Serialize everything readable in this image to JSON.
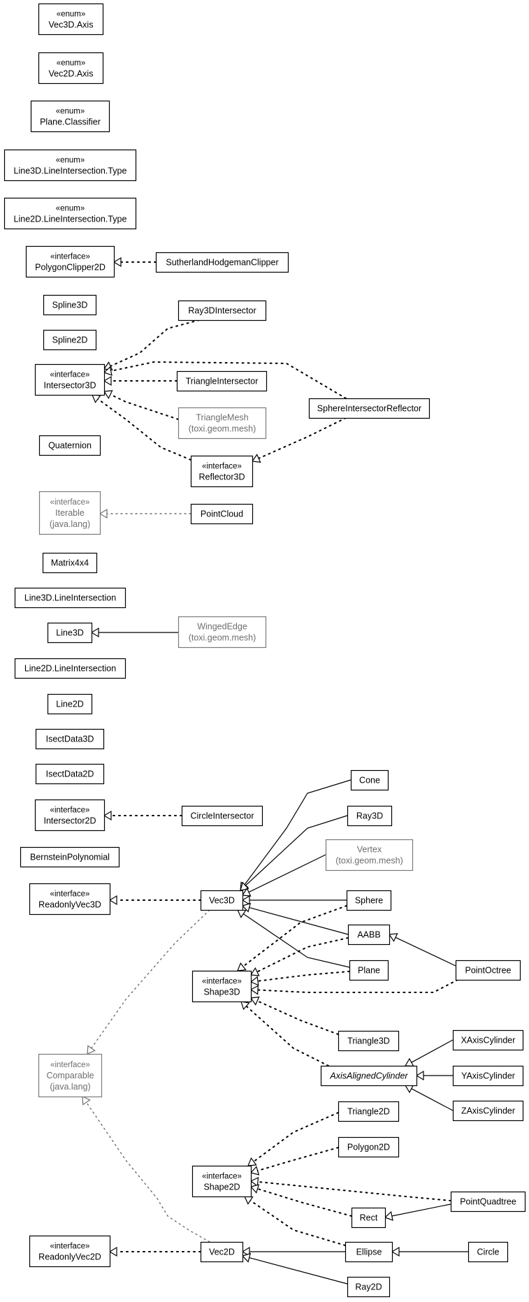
{
  "classes": {
    "vec3d_axis": {
      "stereotype": "«enum»",
      "name": "Vec3D.Axis"
    },
    "vec2d_axis": {
      "stereotype": "«enum»",
      "name": "Vec2D.Axis"
    },
    "plane_classifier": {
      "stereotype": "«enum»",
      "name": "Plane.Classifier"
    },
    "line3d_li_type": {
      "stereotype": "«enum»",
      "name": "Line3D.LineIntersection.Type"
    },
    "line2d_li_type": {
      "stereotype": "«enum»",
      "name": "Line2D.LineIntersection.Type"
    },
    "polygonclipper2d": {
      "stereotype": "«interface»",
      "name": "PolygonClipper2D"
    },
    "sutherlandhodgemanclipper": {
      "name": "SutherlandHodgemanClipper"
    },
    "spline3d": {
      "name": "Spline3D"
    },
    "ray3dintersector": {
      "name": "Ray3DIntersector"
    },
    "spline2d": {
      "name": "Spline2D"
    },
    "intersector3d": {
      "stereotype": "«interface»",
      "name": "Intersector3D"
    },
    "triangleintersector": {
      "name": "TriangleIntersector"
    },
    "sphereintersectorreflector": {
      "name": "SphereIntersectorReflector"
    },
    "trianglemesh": {
      "name": "TriangleMesh",
      "package": "(toxi.geom.mesh)"
    },
    "quaternion": {
      "name": "Quaternion"
    },
    "reflector3d": {
      "stereotype": "«interface»",
      "name": "Reflector3D"
    },
    "iterable": {
      "stereotype": "«interface»",
      "name": "Iterable",
      "package": "(java.lang)"
    },
    "pointcloud": {
      "name": "PointCloud"
    },
    "matrix4x4": {
      "name": "Matrix4x4"
    },
    "line3d_li": {
      "name": "Line3D.LineIntersection"
    },
    "line3d": {
      "name": "Line3D"
    },
    "wingededge": {
      "name": "WingedEdge",
      "package": "(toxi.geom.mesh)"
    },
    "line2d_li": {
      "name": "Line2D.LineIntersection"
    },
    "line2d": {
      "name": "Line2D"
    },
    "isectdata3d": {
      "name": "IsectData3D"
    },
    "isectdata2d": {
      "name": "IsectData2D"
    },
    "intersector2d": {
      "stereotype": "«interface»",
      "name": "Intersector2D"
    },
    "circleintersector": {
      "name": "CircleIntersector"
    },
    "cone": {
      "name": "Cone"
    },
    "bernsteinpolynomial": {
      "name": "BernsteinPolynomial"
    },
    "ray3d": {
      "name": "Ray3D"
    },
    "vertex": {
      "name": "Vertex",
      "package": "(toxi.geom.mesh)"
    },
    "readonlyvec3d": {
      "stereotype": "«interface»",
      "name": "ReadonlyVec3D"
    },
    "vec3d": {
      "name": "Vec3D"
    },
    "sphere": {
      "name": "Sphere"
    },
    "aabb": {
      "name": "AABB"
    },
    "shape3d": {
      "stereotype": "«interface»",
      "name": "Shape3D"
    },
    "plane": {
      "name": "Plane"
    },
    "pointoctree": {
      "name": "PointOctree"
    },
    "triangle3d": {
      "name": "Triangle3D"
    },
    "xaxiscylinder": {
      "name": "XAxisCylinder"
    },
    "comparable": {
      "stereotype": "«interface»",
      "name": "Comparable",
      "package": "(java.lang)"
    },
    "axisalignedcylinder": {
      "name": "AxisAlignedCylinder"
    },
    "yaxiscylinder": {
      "name": "YAxisCylinder"
    },
    "zaxiscylinder": {
      "name": "ZAxisCylinder"
    },
    "triangle2d": {
      "name": "Triangle2D"
    },
    "polygon2d": {
      "name": "Polygon2D"
    },
    "shape2d": {
      "stereotype": "«interface»",
      "name": "Shape2D"
    },
    "pointquadtree": {
      "name": "PointQuadtree"
    },
    "rect": {
      "name": "Rect"
    },
    "readonlyvec2d": {
      "stereotype": "«interface»",
      "name": "ReadonlyVec2D"
    },
    "vec2d": {
      "name": "Vec2D"
    },
    "ellipse": {
      "name": "Ellipse"
    },
    "circle": {
      "name": "Circle"
    },
    "ray2d": {
      "name": "Ray2D"
    }
  },
  "relations": [
    {
      "from": "sutherlandhodgemanclipper",
      "to": "polygonclipper2d",
      "kind": "realization"
    },
    {
      "from": "ray3dintersector",
      "to": "intersector3d",
      "kind": "realization"
    },
    {
      "from": "triangleintersector",
      "to": "intersector3d",
      "kind": "realization"
    },
    {
      "from": "sphereintersectorreflector",
      "to": "intersector3d",
      "kind": "realization"
    },
    {
      "from": "trianglemesh",
      "to": "intersector3d",
      "kind": "realization"
    },
    {
      "from": "reflector3d",
      "to": "intersector3d",
      "kind": "realization"
    },
    {
      "from": "sphereintersectorreflector",
      "to": "reflector3d",
      "kind": "realization"
    },
    {
      "from": "pointcloud",
      "to": "iterable",
      "kind": "realization"
    },
    {
      "from": "wingededge",
      "to": "line3d",
      "kind": "generalization"
    },
    {
      "from": "circleintersector",
      "to": "intersector2d",
      "kind": "realization"
    },
    {
      "from": "vec3d",
      "to": "readonlyvec3d",
      "kind": "realization"
    },
    {
      "from": "cone",
      "to": "vec3d",
      "kind": "generalization"
    },
    {
      "from": "ray3d",
      "to": "vec3d",
      "kind": "generalization"
    },
    {
      "from": "vertex",
      "to": "vec3d",
      "kind": "generalization"
    },
    {
      "from": "sphere",
      "to": "vec3d",
      "kind": "generalization"
    },
    {
      "from": "aabb",
      "to": "vec3d",
      "kind": "generalization"
    },
    {
      "from": "plane",
      "to": "vec3d",
      "kind": "generalization"
    },
    {
      "from": "vec3d",
      "to": "comparable",
      "kind": "realization"
    },
    {
      "from": "sphere",
      "to": "shape3d",
      "kind": "realization"
    },
    {
      "from": "aabb",
      "to": "shape3d",
      "kind": "realization"
    },
    {
      "from": "plane",
      "to": "shape3d",
      "kind": "realization"
    },
    {
      "from": "pointoctree",
      "to": "shape3d",
      "kind": "realization"
    },
    {
      "from": "triangle3d",
      "to": "shape3d",
      "kind": "realization"
    },
    {
      "from": "axisalignedcylinder",
      "to": "shape3d",
      "kind": "realization"
    },
    {
      "from": "pointoctree",
      "to": "aabb",
      "kind": "generalization"
    },
    {
      "from": "xaxiscylinder",
      "to": "axisalignedcylinder",
      "kind": "generalization"
    },
    {
      "from": "yaxiscylinder",
      "to": "axisalignedcylinder",
      "kind": "generalization"
    },
    {
      "from": "zaxiscylinder",
      "to": "axisalignedcylinder",
      "kind": "generalization"
    },
    {
      "from": "triangle2d",
      "to": "shape2d",
      "kind": "realization"
    },
    {
      "from": "polygon2d",
      "to": "shape2d",
      "kind": "realization"
    },
    {
      "from": "pointquadtree",
      "to": "shape2d",
      "kind": "realization"
    },
    {
      "from": "rect",
      "to": "shape2d",
      "kind": "realization"
    },
    {
      "from": "ellipse",
      "to": "shape2d",
      "kind": "realization"
    },
    {
      "from": "pointquadtree",
      "to": "rect",
      "kind": "generalization"
    },
    {
      "from": "vec2d",
      "to": "readonlyvec2d",
      "kind": "realization"
    },
    {
      "from": "vec2d",
      "to": "comparable",
      "kind": "realization"
    },
    {
      "from": "ellipse",
      "to": "vec2d",
      "kind": "generalization"
    },
    {
      "from": "ray2d",
      "to": "vec2d",
      "kind": "generalization"
    },
    {
      "from": "circle",
      "to": "ellipse",
      "kind": "generalization"
    }
  ]
}
